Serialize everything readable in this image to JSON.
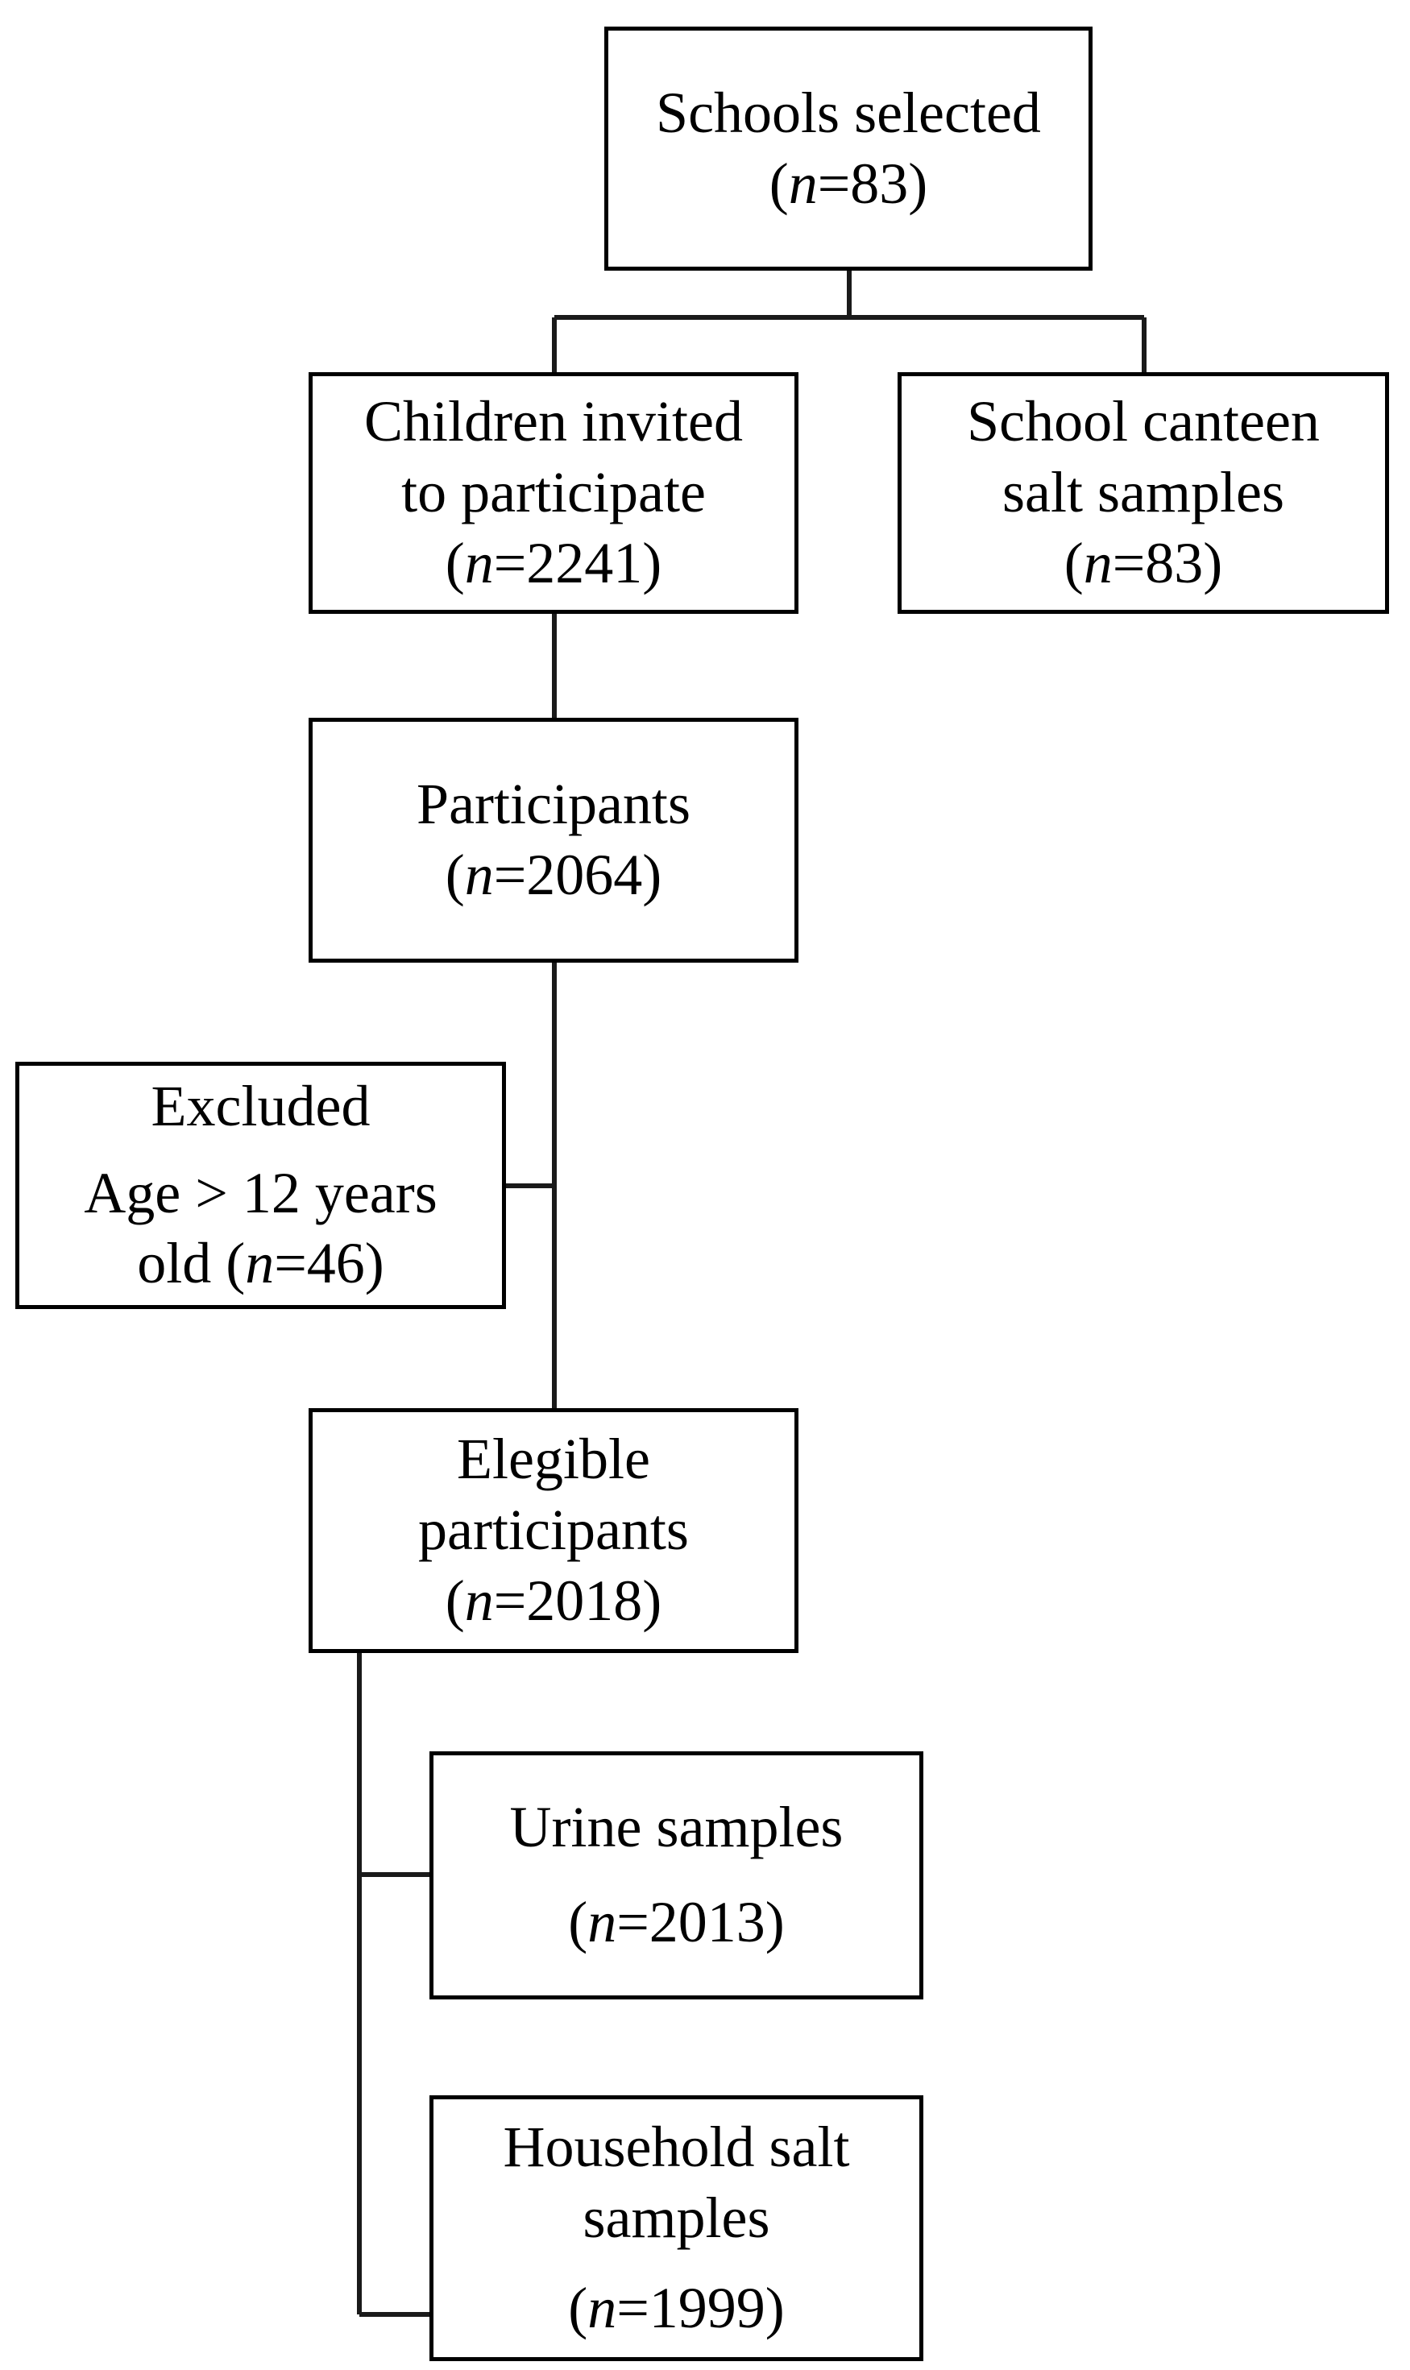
{
  "nodes": {
    "schools_selected": {
      "label": "Schools selected",
      "count_prefix": "(",
      "n": "n",
      "count_suffix": "=83)"
    },
    "children_invited": {
      "label_1": "Children invited",
      "label_2": "to participate",
      "count_prefix": "(",
      "n": "n",
      "count_suffix": "=2241)"
    },
    "canteen_salt": {
      "label_1": "School canteen",
      "label_2": "salt samples",
      "count_prefix": "(",
      "n": "n",
      "count_suffix": "=83)"
    },
    "participants": {
      "label": "Participants",
      "count_prefix": "(",
      "n": "n",
      "count_suffix": "=2064)"
    },
    "excluded": {
      "label": "Excluded",
      "reason_1": "Age > 12 years",
      "reason_2_prefix": "old (",
      "n": "n",
      "count_suffix": "=46)"
    },
    "eligible": {
      "label_1": "Elegible",
      "label_2": "participants",
      "count_prefix": "(",
      "n": "n",
      "count_suffix": "=2018)"
    },
    "urine": {
      "label": "Urine samples",
      "count_prefix": "(",
      "n": "n",
      "count_suffix": "=2013)"
    },
    "household_salt": {
      "label_1": "Household salt",
      "label_2": "samples",
      "count_prefix": "(",
      "n": "n",
      "count_suffix": "=1999)"
    }
  },
  "colors": {
    "stroke": "#000000",
    "background": "#ffffff",
    "connector": "#1a1a1a"
  }
}
